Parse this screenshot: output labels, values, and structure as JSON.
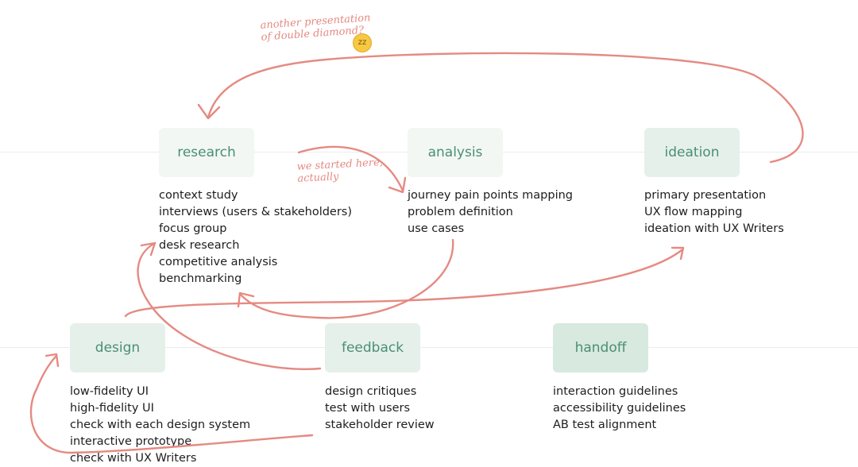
{
  "stages": [
    {
      "title": "research",
      "items": [
        "context study",
        "interviews (users & stakeholders)",
        "focus group",
        "desk research",
        "competitive analysis",
        "benchmarking"
      ]
    },
    {
      "title": "analysis",
      "items": [
        "journey pain points mapping",
        "problem definition",
        "use cases"
      ]
    },
    {
      "title": "ideation",
      "items": [
        "primary presentation",
        "UX flow mapping",
        "ideation with UX Writers"
      ]
    },
    {
      "title": "design",
      "items": [
        "low-fidelity UI",
        "high-fidelity UI",
        "check with each design system",
        "interactive prototype",
        "check with UX Writers"
      ]
    },
    {
      "title": "feedback",
      "items": [
        "design critiques",
        "test with users",
        "stakeholder review"
      ]
    },
    {
      "title": "handoff",
      "items": [
        "interaction guidelines",
        "accessibility guidelines",
        "AB test alignment"
      ]
    }
  ],
  "annotations": {
    "top_note_line1": "another presentation",
    "top_note_line2": "of double diamond?",
    "start_note_line1": "we started here,",
    "start_note_line2": "actually",
    "emoji_icon": "sleepy-face-icon"
  },
  "colors": {
    "arrow": "#e58a82",
    "stage_text": "#4a8f74"
  }
}
